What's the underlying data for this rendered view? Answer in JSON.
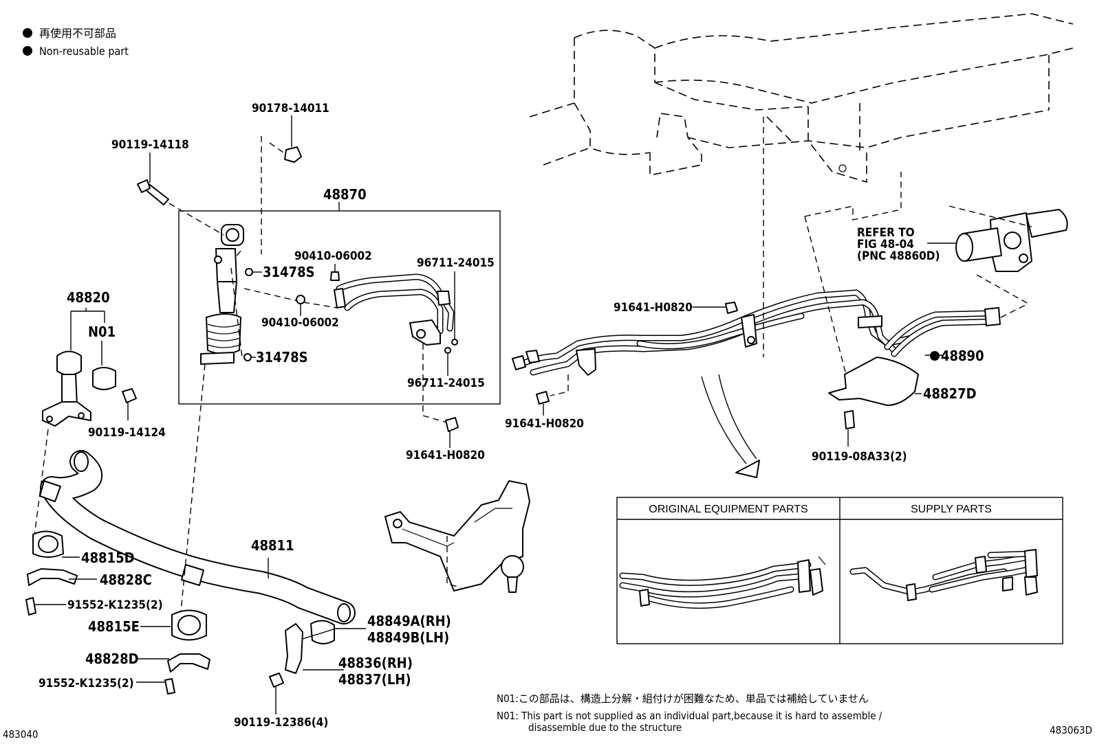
{
  "legend": {
    "line_ja": "再使用不可部品",
    "line_en": "Non-reusable part"
  },
  "labels": {
    "p90178_14011": "90178-14011",
    "p90119_14118": "90119-14118",
    "p48870": "48870",
    "p90410_06002_a": "90410-06002",
    "p31478s_a": "31478S",
    "p96711_24015_a": "96711-24015",
    "p90410_06002_b": "90410-06002",
    "p31478s_b": "31478S",
    "p96711_24015_b": "96711-24015",
    "p91641_h0820_a": "91641-H0820",
    "p48820": "48820",
    "n01": "N01",
    "p90119_14124": "90119-14124",
    "p48811": "48811",
    "p48815d": "48815D",
    "p48828c": "48828C",
    "p91552_k1235_a": "91552-K1235(2)",
    "p48815e": "48815E",
    "p48828d": "48828D",
    "p91552_k1235_b": "91552-K1235(2)",
    "p48849a": "48849A(RH)",
    "p48849b": "48849B(LH)",
    "p48836": "48836(RH)",
    "p48837": "48837(LH)",
    "p90119_12386": "90119-12386(4)",
    "refer_1": "REFER TO",
    "refer_2": "FIG 48-04",
    "refer_3": "(PNC 48860D)",
    "p91641_h0820_b": "91641-H0820",
    "p91641_h0820_c": "91641-H0820",
    "p48890": "48890",
    "p48827d": "48827D",
    "p90119_08a33": "90119-08A33(2)"
  },
  "table": {
    "headers": [
      "ORIGINAL EQUIPMENT PARTS",
      "SUPPLY PARTS"
    ]
  },
  "notes": {
    "ja": "N01:この部品は、構造上分解・組付けが困難なため、単品では補給していません",
    "en_1": "N01: This part is not supplied as an individual part,because it is hard to assemble /",
    "en_2": "disassemble due to the structure"
  },
  "corners": {
    "left": "483040",
    "right": "483063D"
  }
}
